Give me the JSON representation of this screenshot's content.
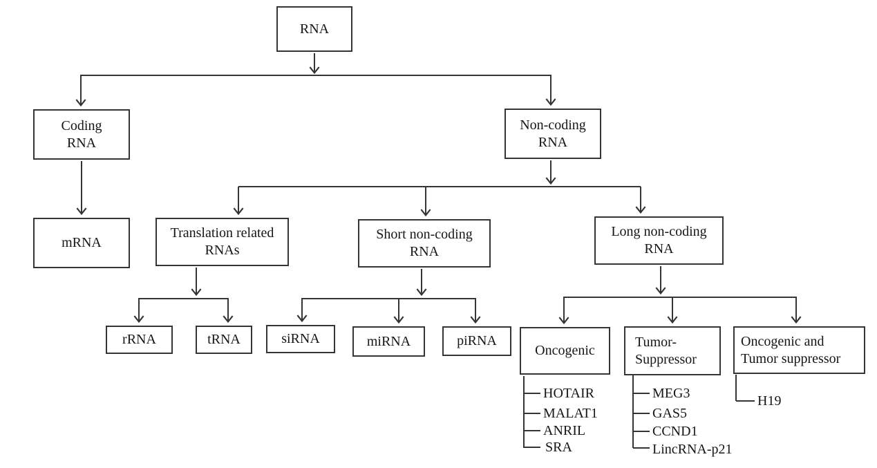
{
  "colors": {
    "line": "#343434",
    "box_border": "#343434",
    "background": "#ffffff",
    "text": "#161616"
  },
  "nodes": {
    "rna": {
      "label": "RNA"
    },
    "coding_rna": {
      "label": "Coding\nRNA"
    },
    "mrna": {
      "label": "mRNA"
    },
    "non_coding_rna": {
      "label": "Non-coding\nRNA"
    },
    "translation_related_rnas": {
      "label": "Translation related\nRNAs"
    },
    "short_non_coding_rna": {
      "label": "Short non-coding\nRNA"
    },
    "long_non_coding_rna": {
      "label": "Long non-coding\nRNA"
    },
    "rrna": {
      "label": "rRNA"
    },
    "trna": {
      "label": "tRNA"
    },
    "sirna": {
      "label": "siRNA"
    },
    "mirna": {
      "label": "miRNA"
    },
    "pirna": {
      "label": "piRNA"
    },
    "oncogenic": {
      "label": "Oncogenic"
    },
    "tumor_suppressor": {
      "label": "Tumor-\nSuppressor"
    },
    "oncogenic_and_tumor_suppressor": {
      "label": "Oncogenic and\nTumor suppressor"
    }
  },
  "gene_lists": {
    "oncogenic": [
      "HOTAIR",
      "MALAT1",
      "ANRIL",
      "SRA"
    ],
    "tumor_suppressor": [
      "MEG3",
      "GAS5",
      "CCND1",
      "LincRNA-p21"
    ],
    "oncogenic_and_tumor_suppressor": [
      "H19"
    ]
  },
  "edges": [
    {
      "from": "RNA",
      "to": [
        "Coding RNA",
        "Non-coding RNA"
      ]
    },
    {
      "from": "Coding RNA",
      "to": [
        "mRNA"
      ]
    },
    {
      "from": "Non-coding RNA",
      "to": [
        "Translation related RNAs",
        "Short non-coding RNA",
        "Long non-coding RNA"
      ]
    },
    {
      "from": "Translation related RNAs",
      "to": [
        "rRNA",
        "tRNA"
      ]
    },
    {
      "from": "Short non-coding RNA",
      "to": [
        "siRNA",
        "miRNA",
        "piRNA"
      ]
    },
    {
      "from": "Long non-coding RNA",
      "to": [
        "Oncogenic",
        "Tumor-Suppressor",
        "Oncogenic and Tumor suppressor"
      ]
    },
    {
      "from": "Oncogenic",
      "to": [
        "HOTAIR",
        "MALAT1",
        "ANRIL",
        "SRA"
      ]
    },
    {
      "from": "Tumor-Suppressor",
      "to": [
        "MEG3",
        "GAS5",
        "CCND1",
        "LincRNA-p21"
      ]
    },
    {
      "from": "Oncogenic and Tumor suppressor",
      "to": [
        "H19"
      ]
    }
  ]
}
